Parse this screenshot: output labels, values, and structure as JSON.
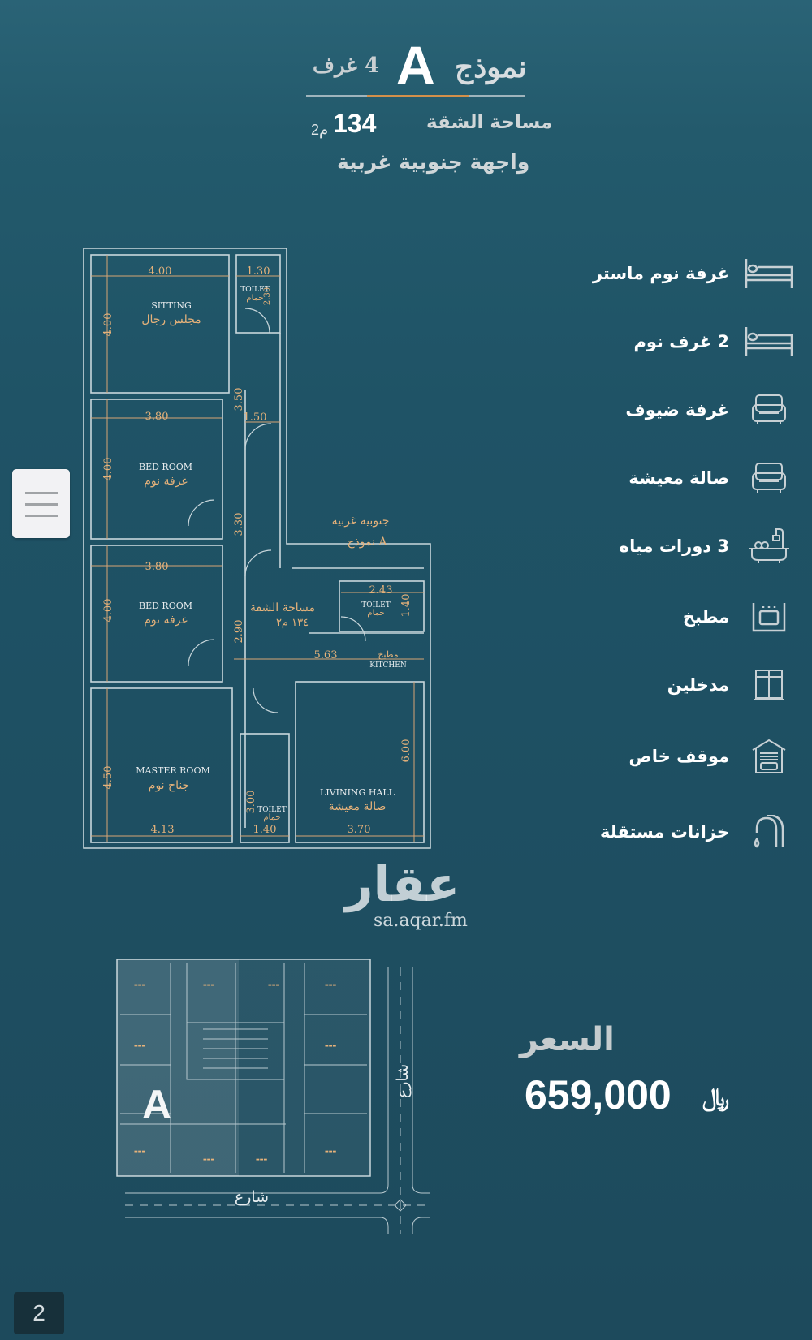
{
  "header": {
    "model_word": "نموذج",
    "model_letter": "A",
    "rooms": "4 غرف",
    "area_label": "مساحة الشقة",
    "area_value": "134",
    "area_unit": "2م",
    "facade": "واجهة جنوبية غربية"
  },
  "floor_plan": {
    "rooms": [
      {
        "en": "SITTING",
        "ar": "مجلس رجال"
      },
      {
        "en": "BED ROOM",
        "ar": "غرفة نوم"
      },
      {
        "en": "BED ROOM",
        "ar": "غرفة نوم"
      },
      {
        "en": "MASTER ROOM",
        "ar": "جناح نوم"
      },
      {
        "en": "LIVINING HALL",
        "ar": "صالة معيشة"
      },
      {
        "en": "TOILET",
        "ar": "حمام"
      },
      {
        "en": "TOILET",
        "ar": "حمام"
      },
      {
        "en": "TOILET",
        "ar": "حمام"
      },
      {
        "en": "KITCHEN",
        "ar": "مطبخ"
      }
    ],
    "dimensions": [
      "4.00",
      "1.30",
      "4.00",
      "2.30",
      "3.50",
      "1.50",
      "3.80",
      "4.00",
      "3.30",
      "3.80",
      "4.00",
      "2.90",
      "2.43",
      "1.40",
      "5.63",
      "4.50",
      "3.00",
      "6.00",
      "4.13",
      "1.40",
      "3.70"
    ],
    "area_note": "مساحة الشقة",
    "area_note_value": "١٣٤ م٢",
    "orientation": "جنوبية غربية",
    "model": "نموذج A"
  },
  "features": [
    {
      "label": "غرفة نوم ماستر",
      "icon": "bed-icon"
    },
    {
      "label": "2 غرف نوم",
      "icon": "bed-icon"
    },
    {
      "label": "غرفة ضيوف",
      "icon": "armchair-icon"
    },
    {
      "label": "صالة معيشة",
      "icon": "armchair-icon"
    },
    {
      "label": "3 دورات مياه",
      "icon": "bathtub-icon"
    },
    {
      "label": "مطبخ",
      "icon": "oven-icon"
    },
    {
      "label": "مدخلين",
      "icon": "window-icon"
    },
    {
      "label": "موقف خاص",
      "icon": "garage-icon"
    },
    {
      "label": "خزانات مستقلة",
      "icon": "faucet-icon"
    }
  ],
  "watermark": {
    "logo": "عقار",
    "url": "sa.aqar.fm"
  },
  "site_plan": {
    "model_letter": "A",
    "street_1": "شارع",
    "street_2": "شارع"
  },
  "price": {
    "label": "السعر",
    "value": "659,000",
    "currency": "﷼"
  },
  "page_number": "2",
  "colors": {
    "background": "#1f5366",
    "plan_lines": "#c9d7dc",
    "dimension_text": "#e6b27a",
    "accent_line": "#d3904a"
  }
}
